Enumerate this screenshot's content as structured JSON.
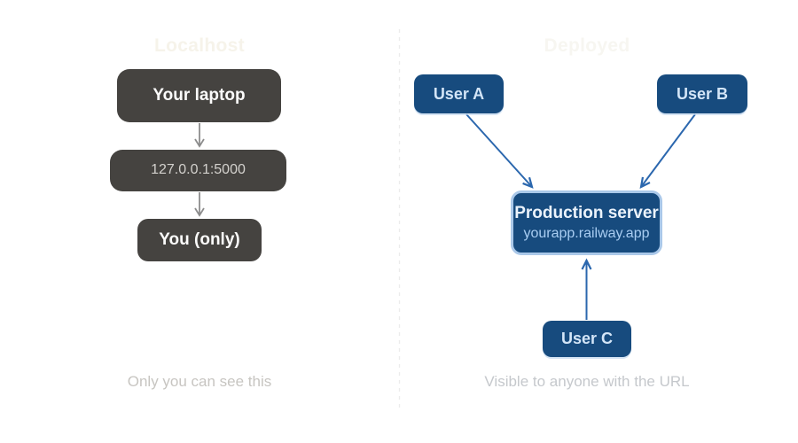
{
  "diagram_type": "comparison-flow-diagram",
  "localhost_panel": {
    "title": "Localhost",
    "caption": "Only you can see this",
    "nodes": {
      "laptop": {
        "label": "Your laptop"
      },
      "address": {
        "label": "127.0.0.1:5000"
      },
      "you": {
        "label": "You (only)"
      }
    }
  },
  "deployed_panel": {
    "title": "Deployed",
    "caption": "Visible to anyone with the URL",
    "nodes": {
      "user_a": {
        "label": "User A"
      },
      "user_b": {
        "label": "User B"
      },
      "user_c": {
        "label": "User C"
      },
      "server": {
        "label": "Production server",
        "sublabel": "yourapp.railway.app"
      }
    }
  },
  "edges": [
    {
      "from": "Your laptop",
      "to": "127.0.0.1:5000",
      "color": "#8c8c8c"
    },
    {
      "from": "127.0.0.1:5000",
      "to": "You (only)",
      "color": "#8c8c8c"
    },
    {
      "from": "User A",
      "to": "Production server",
      "color": "#2b67ae"
    },
    {
      "from": "User B",
      "to": "Production server",
      "color": "#2b67ae"
    },
    {
      "from": "User C",
      "to": "Production server",
      "color": "#2b67ae"
    }
  ],
  "colors": {
    "background": "#ffffff",
    "dark_node_bg": "#454340",
    "dark_node_text": "#fcfcfb",
    "dark_node_dim_text": "#d3d1cd",
    "blue_node_bg": "#174b7e",
    "blue_node_text": "#d3e5f7",
    "server_border": "#aac8e9",
    "server_sublabel": "#a9cdf2",
    "gray_arrow": "#8c8c8c",
    "blue_arrow": "#2b67ae",
    "panel_title": "#f6f3ea",
    "caption": "#c7c5c1",
    "divider": "#ececec"
  }
}
